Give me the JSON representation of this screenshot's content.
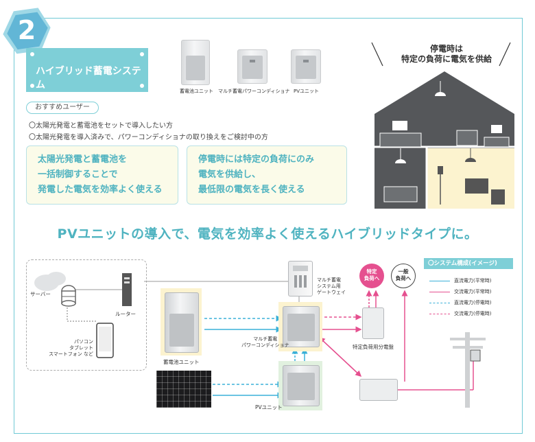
{
  "badge": {
    "number": "2"
  },
  "system_title": "ハイブリッド蓄電システム",
  "products": [
    {
      "label": "蓄電池ユニット"
    },
    {
      "label": "マルチ蓄電パワーコンディショナ"
    },
    {
      "label": "PVユニット"
    }
  ],
  "recommended": {
    "label": "おすすめユーザー",
    "items": [
      "〇太陽光発電と蓄電池をセットで導入したい方",
      "〇太陽光発電を導入済みで、パワーコンディショナの取り換えをご検討中の方"
    ]
  },
  "features": [
    {
      "lines": [
        "太陽光発電と蓄電池を",
        "一括制御することで",
        "発電した電気を効率よく使える"
      ]
    },
    {
      "lines": [
        "停電時には特定の負荷にのみ",
        "電気を供給し、",
        "最低限の電気を長く使える"
      ]
    }
  ],
  "outage": {
    "lines": [
      "停電時は",
      "特定の負荷に電気を供給"
    ]
  },
  "headline": "PVユニットの導入で、電気を効率よく使えるハイブリッドタイプに。",
  "diagram": {
    "server_label": "サーバー",
    "router_label": "ルーター",
    "devices_label": [
      "パソコン",
      "タブレット",
      "スマートフォン など"
    ],
    "gateway_label": [
      "マルチ蓄電",
      "システム用",
      "ゲートウェイ"
    ],
    "pcs_label": [
      "マルチ蓄電",
      "パワーコンディショナ"
    ],
    "battery_label": "蓄電池ユニット",
    "pv_label": "PVユニット",
    "panel_label": "特定負荷用分電盤",
    "specific_load": [
      "特定",
      "負荷へ"
    ],
    "general_load": [
      "一般",
      "負荷へ"
    ]
  },
  "legend": {
    "title": "〇システム構成(イメージ)",
    "items": [
      {
        "label": "直流電力(平常時)",
        "color": "#3ab0d8",
        "style": "solid"
      },
      {
        "label": "交流電力(平常時)",
        "color": "#e5508f",
        "style": "solid"
      },
      {
        "label": "直流電力(停電時)",
        "color": "#3ab0d8",
        "style": "dashed"
      },
      {
        "label": "交流電力(停電時)",
        "color": "#e5508f",
        "style": "dashed"
      }
    ]
  },
  "colors": {
    "accent": "#7ecfd7",
    "headline": "#4fb3c0",
    "dc": "#3ab0d8",
    "ac": "#e5508f",
    "house": "#55575a",
    "house_lit": "#fcf3cf"
  }
}
